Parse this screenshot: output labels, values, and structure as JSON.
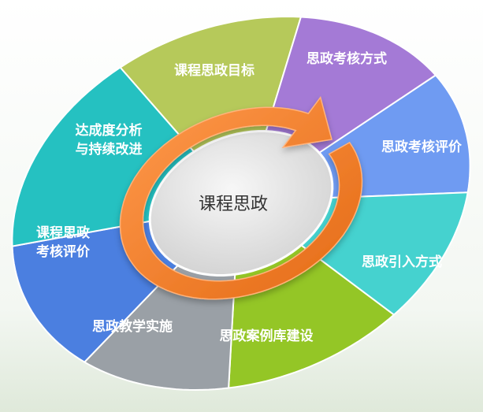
{
  "center_label": "课程思政",
  "segments": [
    {
      "lines": [
        "课程思政目标"
      ],
      "color": "#b6c95a"
    },
    {
      "lines": [
        "思政考核方式"
      ],
      "color": "#a47ad6"
    },
    {
      "lines": [
        "思政考核评价"
      ],
      "color": "#6f9bf2"
    },
    {
      "lines": [
        "思政引入方式"
      ],
      "color": "#45d2cf"
    },
    {
      "lines": [
        "思政案例库建设"
      ],
      "color": "#94c626"
    },
    {
      "lines": [
        "思政教学实施"
      ],
      "color": "#9aa0a6"
    },
    {
      "lines": [
        "课程思政",
        "考核评价"
      ],
      "color": "#4b7fe0"
    },
    {
      "lines": [
        "达成度分析",
        "与持续改进"
      ],
      "color": "#25c1c1"
    }
  ],
  "colors": {
    "arrow": "#f27e2c",
    "arrow_light": "#ffb27a",
    "center_fill": "#e5e5e5"
  }
}
